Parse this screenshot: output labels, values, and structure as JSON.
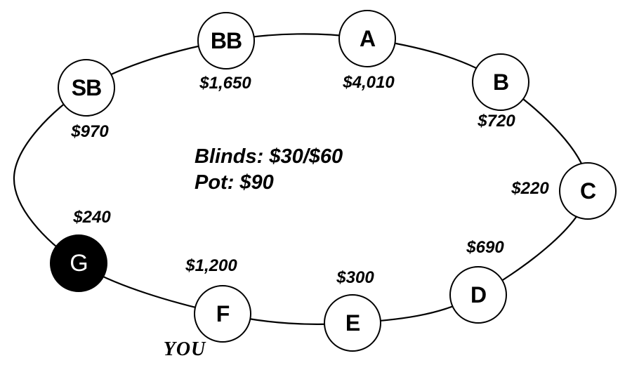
{
  "table": {
    "blinds_label": "Blinds: $30/$60",
    "pot_label": "Pot: $90",
    "you_label": "YOU",
    "you_seat": "F"
  },
  "players": [
    {
      "seat": "SB",
      "stack": "$970",
      "filled": false
    },
    {
      "seat": "BB",
      "stack": "$1,650",
      "filled": false
    },
    {
      "seat": "A",
      "stack": "$4,010",
      "filled": false
    },
    {
      "seat": "B",
      "stack": "$720",
      "filled": false
    },
    {
      "seat": "C",
      "stack": "$220",
      "filled": false
    },
    {
      "seat": "D",
      "stack": "$690",
      "filled": false
    },
    {
      "seat": "E",
      "stack": "$300",
      "filled": false
    },
    {
      "seat": "F",
      "stack": "$1,200",
      "filled": false
    },
    {
      "seat": "G",
      "stack": "$240",
      "filled": true
    }
  ],
  "colors": {
    "background": "#ffffff",
    "line": "#000000",
    "filled_seat": "#000000",
    "filled_seat_text": "#ffffff"
  }
}
